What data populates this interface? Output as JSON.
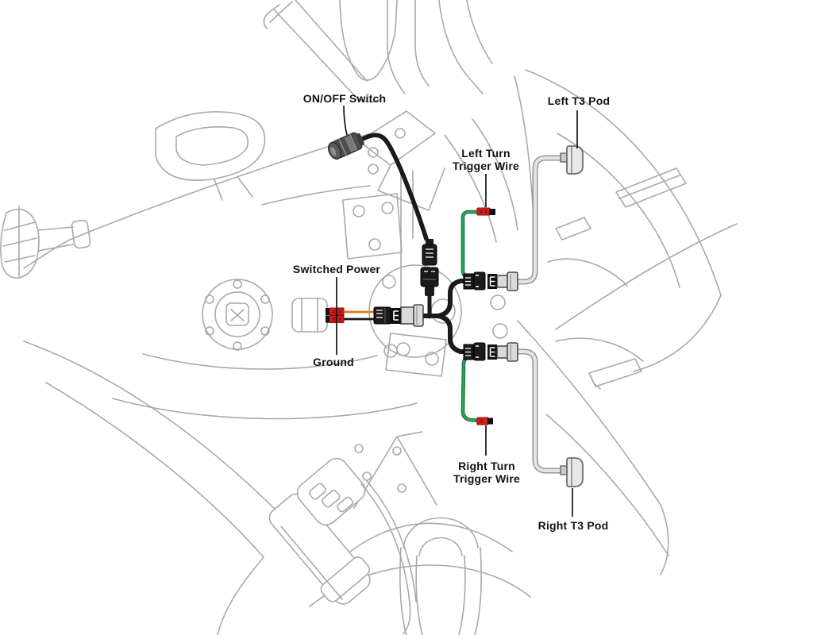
{
  "figure": {
    "type": "installation-wiring-diagram",
    "subject": "Motorcycle top view with T3 LED pod wiring harness overlay"
  },
  "labels": {
    "on_off_switch": "ON/OFF Switch",
    "left_t3_pod": "Left T3 Pod",
    "left_turn_line1": "Left Turn",
    "left_turn_line2": "Trigger Wire",
    "switched_power": "Switched Power",
    "ground": "Ground",
    "right_turn_line1": "Right Turn",
    "right_turn_line2": "Trigger Wire",
    "right_t3_pod": "Right T3 Pod"
  },
  "icons": {
    "on_off_switch_icon": "barrel push-button switch",
    "t3_pod_icon": "rounded LED pod housing",
    "tap_connector_icon": "red wire-tap connector",
    "terminal_icon": "red crimp terminal with black tip",
    "connector_pair_icon": "black male plug mated to gray female socket"
  },
  "colors": {
    "harness": "#1a1a1a",
    "trigger_wire": "#2ba45c",
    "trigger_wire_dark": "#12693a",
    "switched_power_wire": "#e07b1a",
    "tap_connector": "#d31f1f",
    "tap_connector_dark": "#8a0d0d",
    "pod_wire": "#909090",
    "pod_wire_core": "#e4e4e4",
    "outline": "#a9a9a9",
    "label_text": "#121212",
    "pod_fill": "#e8e8e8",
    "connector_gray": "#dadada"
  }
}
